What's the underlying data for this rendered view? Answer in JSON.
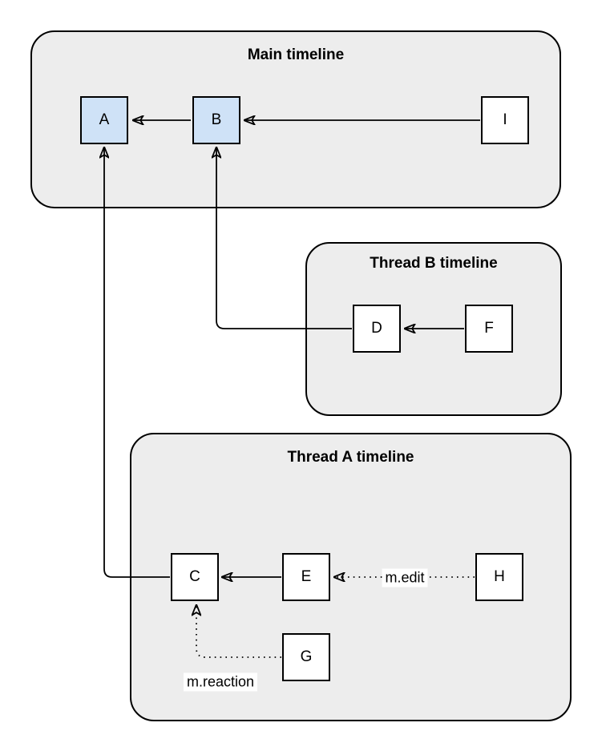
{
  "diagram": {
    "type": "event-graph-diagram",
    "containers": {
      "main": {
        "title": "Main timeline"
      },
      "thread_b": {
        "title": "Thread B timeline"
      },
      "thread_a": {
        "title": "Thread A timeline"
      }
    },
    "nodes": {
      "A": {
        "label": "A",
        "container": "main",
        "highlighted": true
      },
      "B": {
        "label": "B",
        "container": "main",
        "highlighted": true
      },
      "I": {
        "label": "I",
        "container": "main",
        "highlighted": false
      },
      "D": {
        "label": "D",
        "container": "thread_b",
        "highlighted": false
      },
      "F": {
        "label": "F",
        "container": "thread_b",
        "highlighted": false
      },
      "C": {
        "label": "C",
        "container": "thread_a",
        "highlighted": false
      },
      "E": {
        "label": "E",
        "container": "thread_a",
        "highlighted": false
      },
      "H": {
        "label": "H",
        "container": "thread_a",
        "highlighted": false
      },
      "G": {
        "label": "G",
        "container": "thread_a",
        "highlighted": false
      }
    },
    "edges": [
      {
        "from": "B",
        "to": "A",
        "style": "solid",
        "label": ""
      },
      {
        "from": "I",
        "to": "B",
        "style": "solid",
        "label": ""
      },
      {
        "from": "D",
        "to": "B",
        "style": "solid",
        "label": ""
      },
      {
        "from": "F",
        "to": "D",
        "style": "solid",
        "label": ""
      },
      {
        "from": "C",
        "to": "A",
        "style": "solid",
        "label": ""
      },
      {
        "from": "E",
        "to": "C",
        "style": "solid",
        "label": ""
      },
      {
        "from": "H",
        "to": "E",
        "style": "dotted",
        "label": "m.edit"
      },
      {
        "from": "G",
        "to": "C",
        "style": "dotted",
        "label": "m.reaction"
      }
    ],
    "colors": {
      "container_fill": "#ededed",
      "container_stroke": "#000000",
      "node_fill": "#ffffff",
      "node_fill_highlight": "#cfe2f7",
      "node_stroke": "#000000",
      "edge_stroke": "#000000",
      "label_background": "#ffffff"
    }
  }
}
